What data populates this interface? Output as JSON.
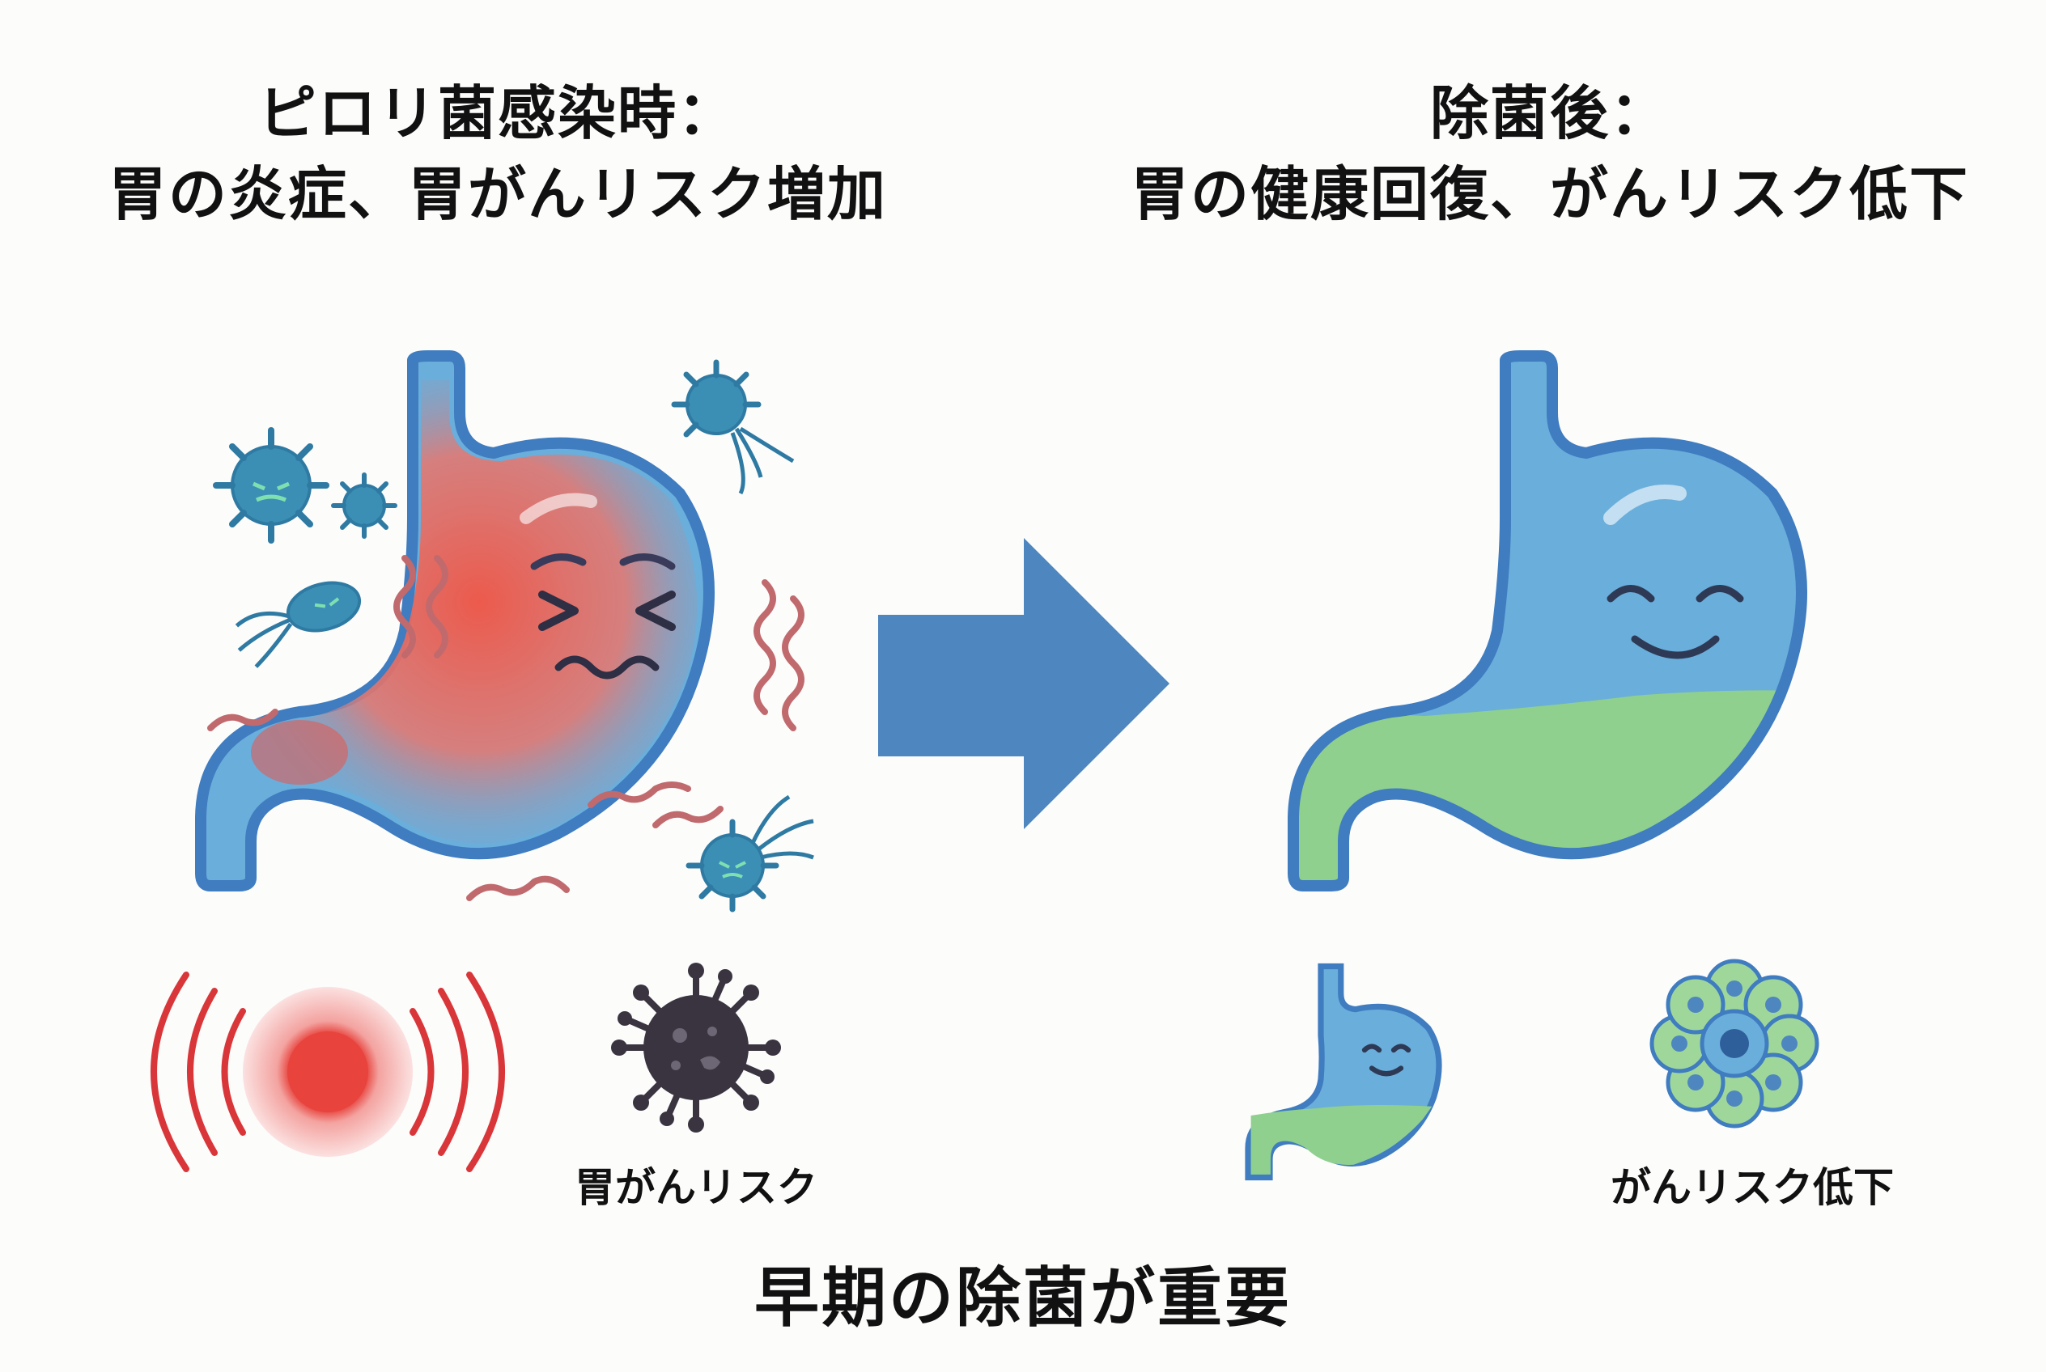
{
  "left_panel": {
    "title_line1": "ピロリ菌感染時：",
    "title_line2": "胃の炎症、胃がんリスク増加",
    "icon_caption": "胃がんリスク"
  },
  "right_panel": {
    "title_line1": "除菌後：",
    "title_line2": "胃の健康回復、がんリスク低下",
    "icon_caption": "がんリスク低下"
  },
  "footer": "早期の除菌が重要",
  "colors": {
    "stomach_blue": "#6aaedb",
    "stomach_outline": "#3f7cc0",
    "inflamed_red": "#e8554a",
    "healthy_green": "#8fd08f",
    "arrow": "#4e86bf",
    "bacteria": "#3b8fb5",
    "virus": "#3a3440"
  },
  "icons": [
    "bacteria-icon",
    "stomach-inflamed-icon",
    "arrow-right-icon",
    "stomach-healthy-icon",
    "pain-signal-icon",
    "cancer-virus-icon",
    "small-stomach-icon",
    "healthy-cell-cluster-icon"
  ]
}
